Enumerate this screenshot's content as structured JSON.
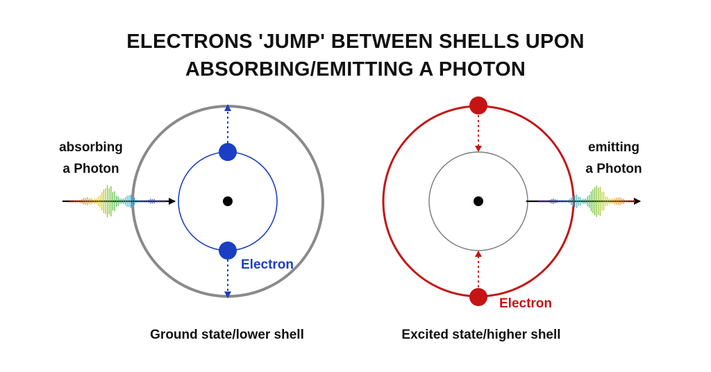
{
  "title": {
    "line1": "ELECTRONS 'JUMP' BETWEEN SHELLS UPON",
    "line2": "ABSORBING/EMITTING A PHOTON"
  },
  "left": {
    "photon_label_line1": "absorbing",
    "photon_label_line2": "a Photon",
    "electron_label": "Electron",
    "caption": "Ground state/lower shell"
  },
  "right": {
    "photon_label_line1": "emitting",
    "photon_label_line2": "a Photon",
    "electron_label": "Electron",
    "caption": "Excited state/higher shell"
  },
  "colors": {
    "ground_electron": "#1a3fc4",
    "excited_electron": "#c41414",
    "outer_shell_gray": "#8a8a8a",
    "inner_shell_gray": "#777777",
    "nucleus": "#000000",
    "arrow": "#000000"
  }
}
